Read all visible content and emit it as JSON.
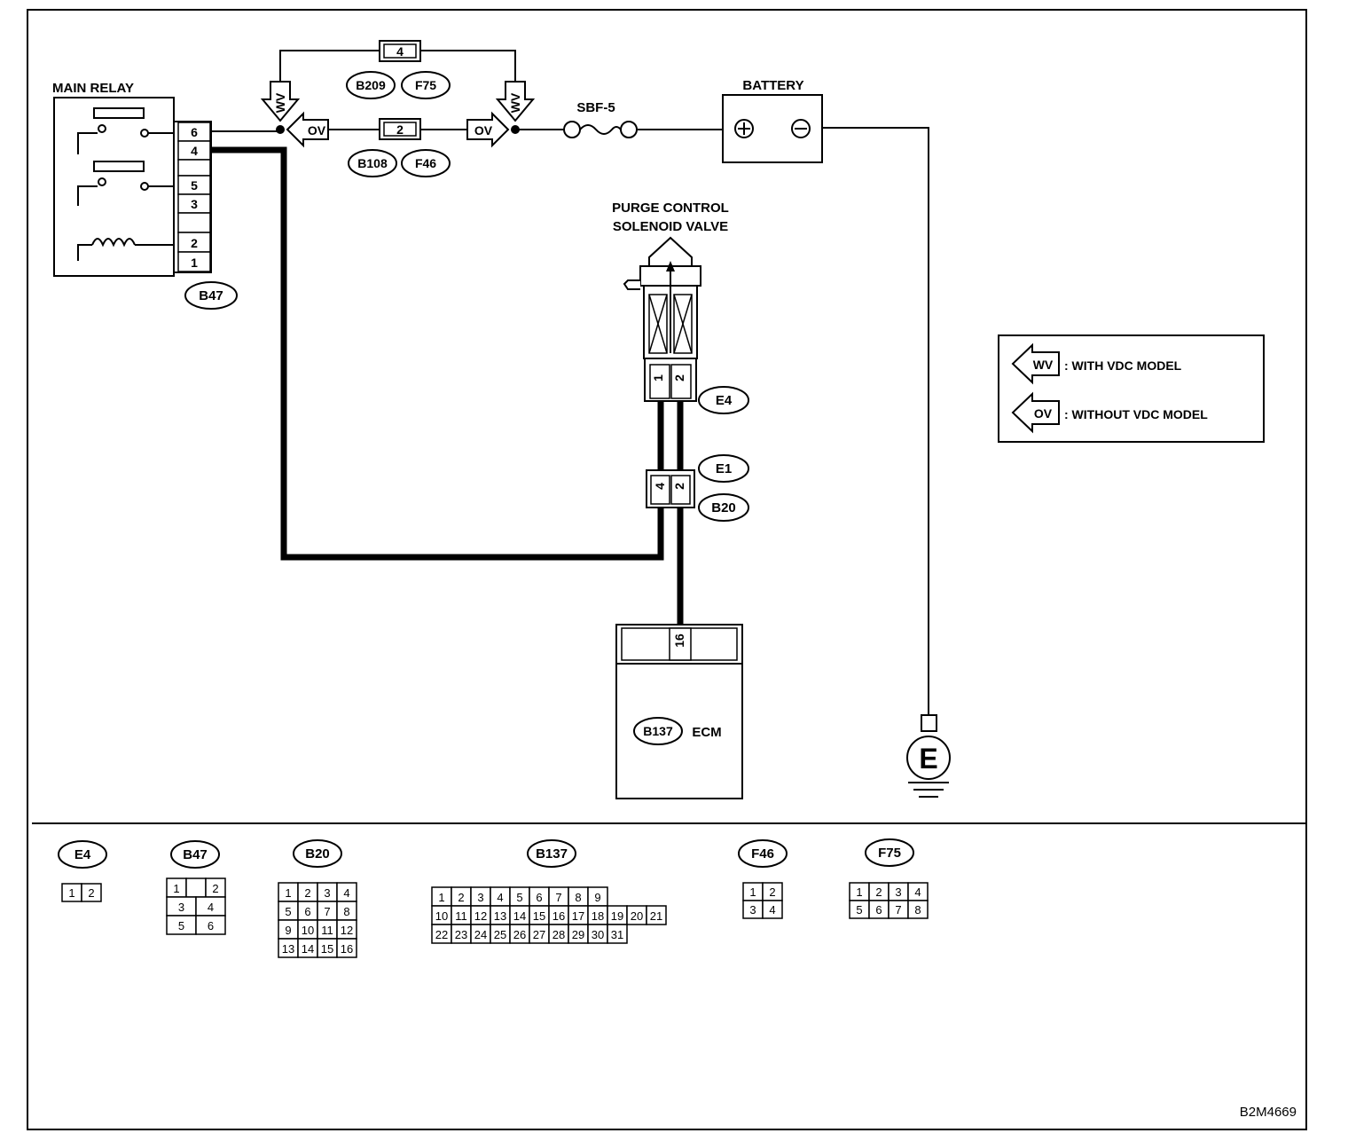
{
  "components": {
    "main_relay": "MAIN RELAY",
    "battery": "BATTERY",
    "fuse": "SBF-5",
    "purge_valve_line1": "PURGE CONTROL",
    "purge_valve_line2": "SOLENOID VALVE",
    "ecm": "ECM",
    "ground": "E"
  },
  "relay_pins": [
    "6",
    "4",
    "",
    "5",
    "3",
    "",
    "2",
    "1"
  ],
  "wv_code": "WV",
  "ov_code": "OV",
  "connector_tags": {
    "b47": "B47",
    "b209": "B209",
    "f75": "F75",
    "b108": "B108",
    "f46": "F46",
    "e4": "E4",
    "e1": "E1",
    "b20": "B20",
    "b137": "B137"
  },
  "junction_pins": {
    "wv_pin": "4",
    "ov_pin": "2",
    "e4_pin1": "1",
    "e4_pin2": "2",
    "e1_pin1": "4",
    "e1_pin2": "2",
    "ecm_pin": "16"
  },
  "legend": {
    "wv_text": ": WITH VDC MODEL",
    "ov_text": ": WITHOUT VDC MODEL"
  },
  "connector_views": {
    "e4": {
      "label": "E4",
      "rows": [
        [
          "1",
          "2"
        ]
      ]
    },
    "b47": {
      "label": "B47",
      "rows": [
        [
          "1",
          "",
          "2"
        ],
        [
          "3",
          "4"
        ],
        [
          "5",
          "6"
        ]
      ]
    },
    "b20": {
      "label": "B20",
      "rows": [
        [
          "1",
          "2",
          "3",
          "4"
        ],
        [
          "5",
          "6",
          "7",
          "8"
        ],
        [
          "9",
          "10",
          "11",
          "12"
        ],
        [
          "13",
          "14",
          "15",
          "16"
        ]
      ]
    },
    "b137": {
      "label": "B137",
      "rows": [
        [
          "1",
          "2",
          "3",
          "4",
          "5",
          "6",
          "7",
          "8",
          "9"
        ],
        [
          "10",
          "11",
          "12",
          "13",
          "14",
          "15",
          "16",
          "17",
          "18",
          "19",
          "20",
          "21"
        ],
        [
          "22",
          "23",
          "24",
          "25",
          "26",
          "27",
          "28",
          "29",
          "30",
          "31"
        ]
      ]
    },
    "f46": {
      "label": "F46",
      "rows": [
        [
          "1",
          "2"
        ],
        [
          "3",
          "4"
        ]
      ]
    },
    "f75": {
      "label": "F75",
      "rows": [
        [
          "1",
          "2",
          "3",
          "4"
        ],
        [
          "5",
          "6",
          "7",
          "8"
        ]
      ]
    }
  },
  "figure_code": "B2M4669"
}
